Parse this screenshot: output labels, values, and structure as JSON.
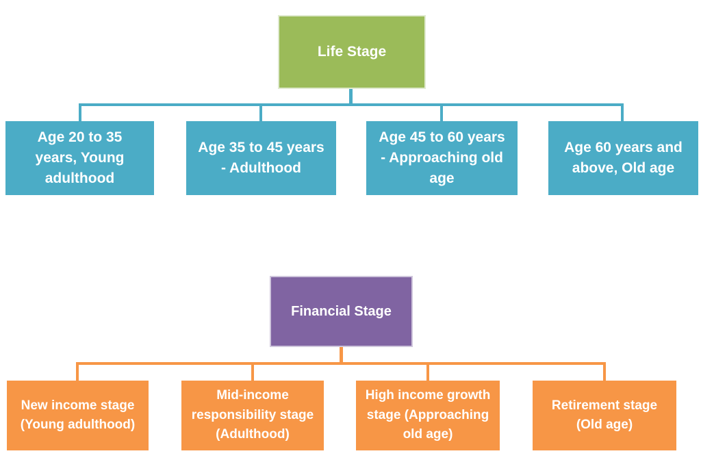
{
  "diagram": {
    "background_color": "#ffffff",
    "text_color": "#ffffff",
    "life_tree": {
      "root": {
        "label": "Life Stage",
        "fill": "#9bbb59",
        "border": "#e0ead0"
      },
      "connector_color": "#4bacc6",
      "child_fill": "#4bacc6",
      "children": [
        {
          "label": "Age 20 to 35\nyears, Young\nadulthood"
        },
        {
          "label": "Age 35 to 45 years\n- Adulthood"
        },
        {
          "label": "Age 45 to 60 years\n- Approaching old\nage"
        },
        {
          "label": "Age 60 years and\nabove, Old age"
        }
      ]
    },
    "financial_tree": {
      "root": {
        "label": "Financial Stage",
        "fill": "#8064a2",
        "border": "#cfc6dc"
      },
      "connector_color": "#f79646",
      "child_fill": "#f79646",
      "children": [
        {
          "label": "New income stage\n(Young adulthood)"
        },
        {
          "label": "Mid-income\nresponsibility stage\n(Adulthood)"
        },
        {
          "label": "High income growth\nstage (Approaching\nold age)"
        },
        {
          "label": "Retirement stage\n(Old age)"
        }
      ]
    }
  }
}
